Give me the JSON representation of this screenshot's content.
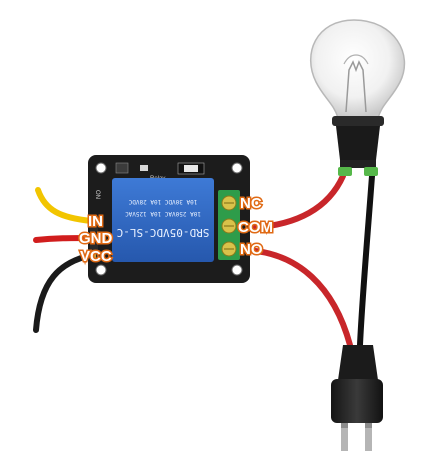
{
  "module": {
    "model_text": "SRD-05VDC-SL-C",
    "rating_line_1": "10A 250VAC  10A 125VAC",
    "rating_line_2": "10A 30VDC  10A 28VDC",
    "board_label": "Relay",
    "led_label": "ON"
  },
  "input_pins": [
    {
      "label": "IN",
      "wire_color": "#f2c500"
    },
    {
      "label": "GND",
      "wire_color": "#d11d1d"
    },
    {
      "label": "VCC",
      "wire_color": "#1a1a1a"
    }
  ],
  "output_pins": [
    {
      "label": "NC",
      "wire_color": ""
    },
    {
      "label": "COM",
      "wire_color": "#c8262a"
    },
    {
      "label": "NO",
      "wire_color": "#c8262a"
    }
  ],
  "colors": {
    "relay_body": "#2f67c4",
    "pcb": "#1c1c1c",
    "terminal_block": "#2e9c4a",
    "label_orange": "#e06a14"
  },
  "icons": [
    "light-bulb-icon",
    "power-plug-icon",
    "relay-module-icon"
  ]
}
